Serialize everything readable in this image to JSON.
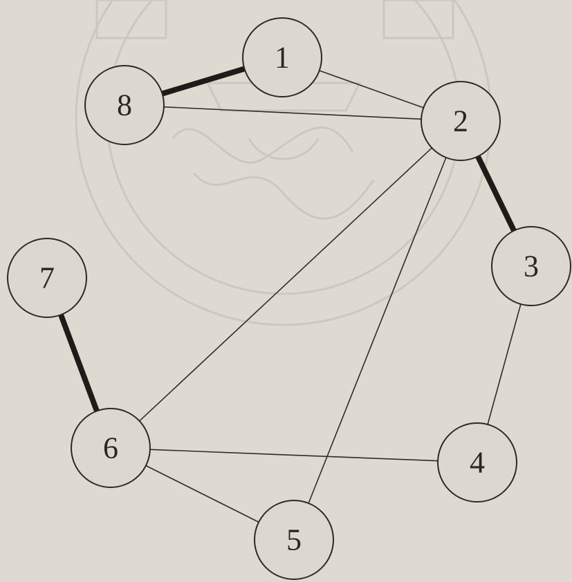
{
  "diagram": {
    "type": "undirected-graph",
    "nodes": [
      {
        "id": "1",
        "label": "1"
      },
      {
        "id": "2",
        "label": "2"
      },
      {
        "id": "3",
        "label": "3"
      },
      {
        "id": "4",
        "label": "4"
      },
      {
        "id": "5",
        "label": "5"
      },
      {
        "id": "6",
        "label": "6"
      },
      {
        "id": "7",
        "label": "7"
      },
      {
        "id": "8",
        "label": "8"
      }
    ],
    "edges": [
      {
        "from": "1",
        "to": "8",
        "style": "bold"
      },
      {
        "from": "1",
        "to": "2",
        "style": "thin"
      },
      {
        "from": "8",
        "to": "2",
        "style": "thin"
      },
      {
        "from": "2",
        "to": "3",
        "style": "bold"
      },
      {
        "from": "2",
        "to": "6",
        "style": "thin"
      },
      {
        "from": "2",
        "to": "5",
        "style": "thin"
      },
      {
        "from": "3",
        "to": "4",
        "style": "thin"
      },
      {
        "from": "6",
        "to": "4",
        "style": "thin"
      },
      {
        "from": "6",
        "to": "5",
        "style": "thin"
      },
      {
        "from": "7",
        "to": "6",
        "style": "bold"
      }
    ]
  },
  "colors": {
    "background": "#dedad2",
    "line": "#2f2b27",
    "watermark": "#c9c5bd"
  }
}
